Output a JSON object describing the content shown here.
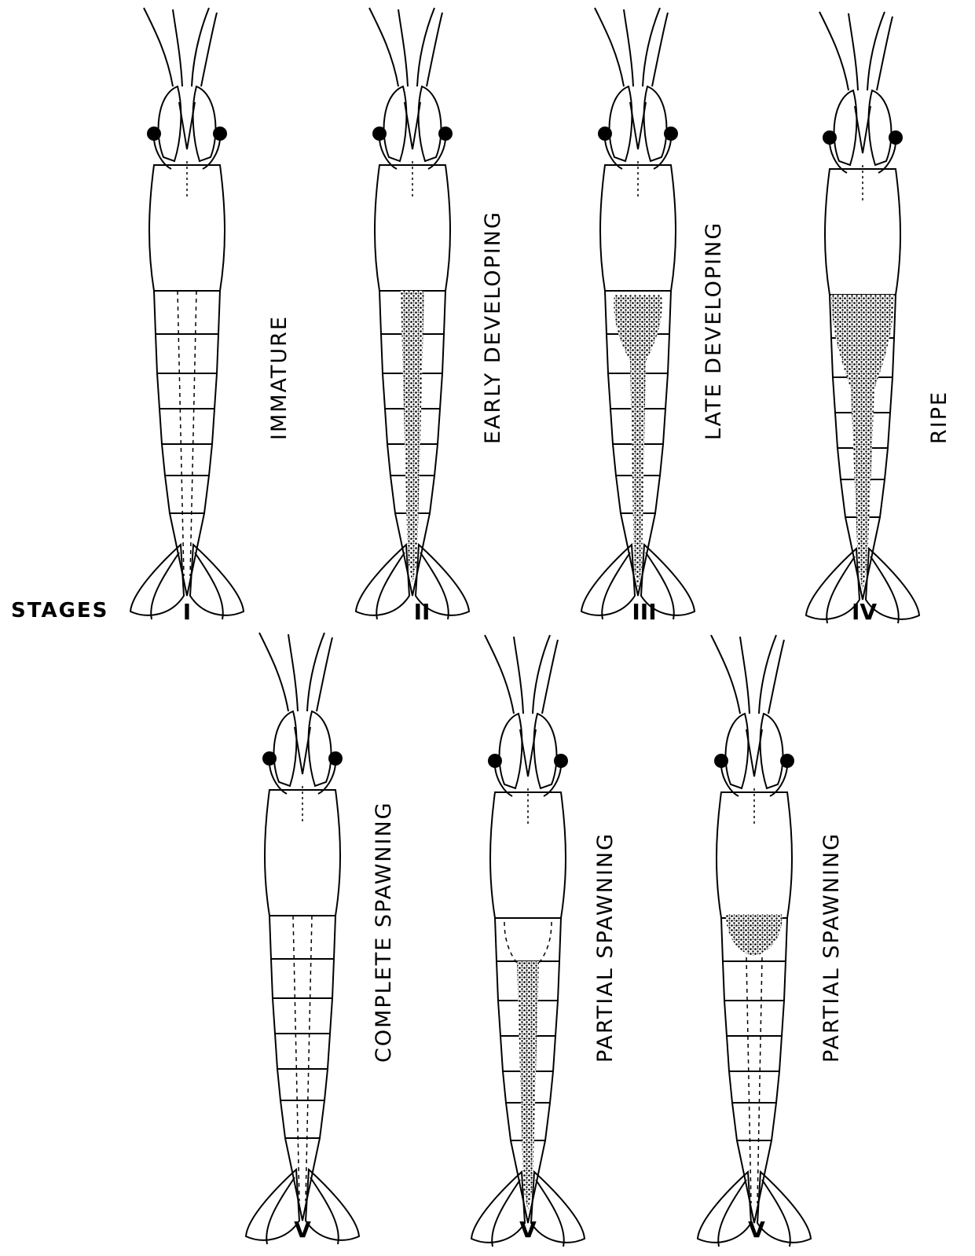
{
  "stages_heading": "STAGES",
  "specimens": [
    {
      "numeral": "I",
      "label": "IMMATURE",
      "pattern": "dashed"
    },
    {
      "numeral": "II",
      "label": "EARLY DEVELOPING",
      "pattern": "thin-stipple"
    },
    {
      "numeral": "III",
      "label": "LATE DEVELOPING",
      "pattern": "mid-stipple"
    },
    {
      "numeral": "IV",
      "label": "RIPE",
      "pattern": "wide-stipple"
    },
    {
      "numeral": "V",
      "label": "COMPLETE SPAWNING",
      "pattern": "dashed"
    },
    {
      "numeral": "V",
      "label": "PARTIAL SPAWNING",
      "pattern": "posterior-stipple"
    },
    {
      "numeral": "V",
      "label": "PARTIAL SPAWNING",
      "pattern": "anterior-patch"
    }
  ]
}
